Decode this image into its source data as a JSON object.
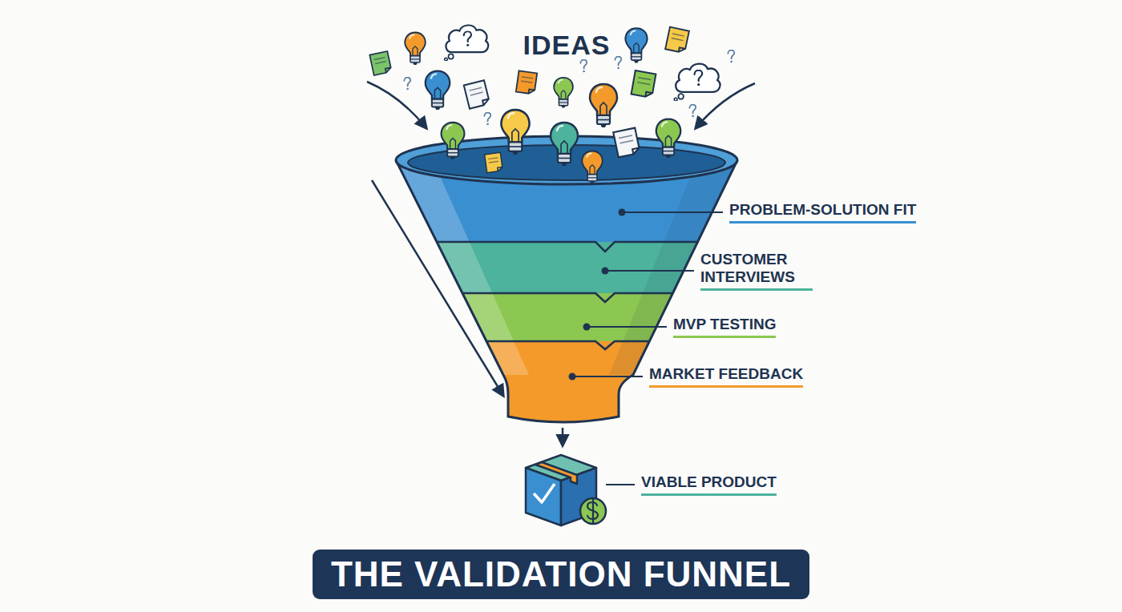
{
  "diagram": {
    "title": "THE VALIDATION FUNNEL",
    "labels": [
      "IDEAS",
      "PROBLEM-SOLUTION FIT",
      "CUSTOMER INTERVIEWS",
      "MVP TESTING",
      "MARKET FEEDBACK",
      "VIABLE PRODUCT"
    ]
  }
}
